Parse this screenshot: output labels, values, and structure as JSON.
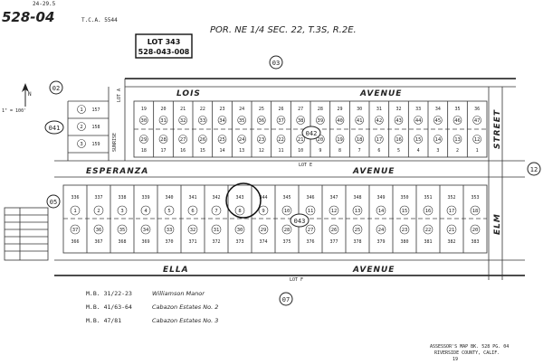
{
  "header": {
    "map_number": "528-04",
    "small_date": "24-29.5",
    "tca": "T.C.A. 5544",
    "section": "POR. NE 1/4 SEC. 22, T.3S, R.2E."
  },
  "lot_box": {
    "line1": "LOT 343",
    "line2": "528-043-008"
  },
  "parcel_circles": {
    "north": "03",
    "west_top": "02",
    "west_mid": "041",
    "west_lower": "05",
    "east": "12",
    "center_top": "042",
    "center_bottom": "043",
    "south": "07"
  },
  "streets": {
    "top": "AVENUE",
    "top_name": "LOIS",
    "middle_name": "ESPERANZA",
    "middle": "AVENUE",
    "bottom_name": "ELLA",
    "bottom": "AVENUE",
    "east": "ELM",
    "east_suffix": "STREET",
    "west": "SUNRISE"
  },
  "lot_labels": {
    "lot_a": "LOT A",
    "lot_e": "LOT E",
    "lot_f": "LOT F"
  },
  "blocks": {
    "block042_top_lots": [
      "19",
      "20",
      "21",
      "22",
      "23",
      "24",
      "25",
      "26",
      "27",
      "28",
      "29",
      "30",
      "31",
      "32",
      "33",
      "34",
      "35",
      "36"
    ],
    "block042_top_parcels": [
      "30",
      "31",
      "32",
      "33",
      "34",
      "35",
      "36",
      "37",
      "38",
      "39",
      "40",
      "41",
      "42",
      "43",
      "44",
      "45",
      "46",
      "47"
    ],
    "block042_bottom_parcels": [
      "29",
      "28",
      "27",
      "26",
      "25",
      "24",
      "23",
      "22",
      "21",
      "20",
      "19",
      "18",
      "17",
      "16",
      "15",
      "14",
      "13",
      "12"
    ],
    "block042_bottom_lots": [
      "18",
      "17",
      "16",
      "15",
      "14",
      "13",
      "12",
      "11",
      "10",
      "9",
      "8",
      "7",
      "6",
      "5",
      "4",
      "3",
      "2",
      "1"
    ],
    "block043_top_lots": [
      "336",
      "337",
      "338",
      "339",
      "340",
      "341",
      "342",
      "343",
      "344",
      "345",
      "346",
      "347",
      "348",
      "349",
      "350",
      "351",
      "352",
      "353"
    ],
    "block043_top_parcels": [
      "1",
      "2",
      "3",
      "4",
      "5",
      "6",
      "7",
      "8",
      "9",
      "10",
      "11",
      "12",
      "13",
      "14",
      "15",
      "16",
      "17",
      "18"
    ],
    "block043_bottom_parcels": [
      "37",
      "36",
      "35",
      "34",
      "33",
      "32",
      "31",
      "30",
      "29",
      "28",
      "27",
      "26",
      "25",
      "24",
      "23",
      "22",
      "21",
      "20"
    ],
    "block043_bottom_lots": [
      "366",
      "367",
      "368",
      "369",
      "370",
      "371",
      "372",
      "373",
      "374",
      "375",
      "376",
      "377",
      "378",
      "379",
      "380",
      "381",
      "382",
      "383"
    ]
  },
  "west_parcels": {
    "upper": [
      "1",
      "2",
      "3"
    ],
    "upper_lots": [
      "157",
      "158",
      "159"
    ]
  },
  "legend": [
    {
      "ref": "M.B. 31/22-23",
      "name": "Williamson Manor"
    },
    {
      "ref": "M.B. 41/63-64",
      "name": "Cabazon Estates No. 2"
    },
    {
      "ref": "M.B. 47/81",
      "name": "Cabazon Estates No. 3"
    }
  ],
  "footer": {
    "line1": "ASSESSOR'S MAP BK. 528 PG. 04",
    "line2": "RIVERSIDE COUNTY, CALIF.",
    "page": "19"
  },
  "north_arrow": "N",
  "scale": "1\" = 100'"
}
